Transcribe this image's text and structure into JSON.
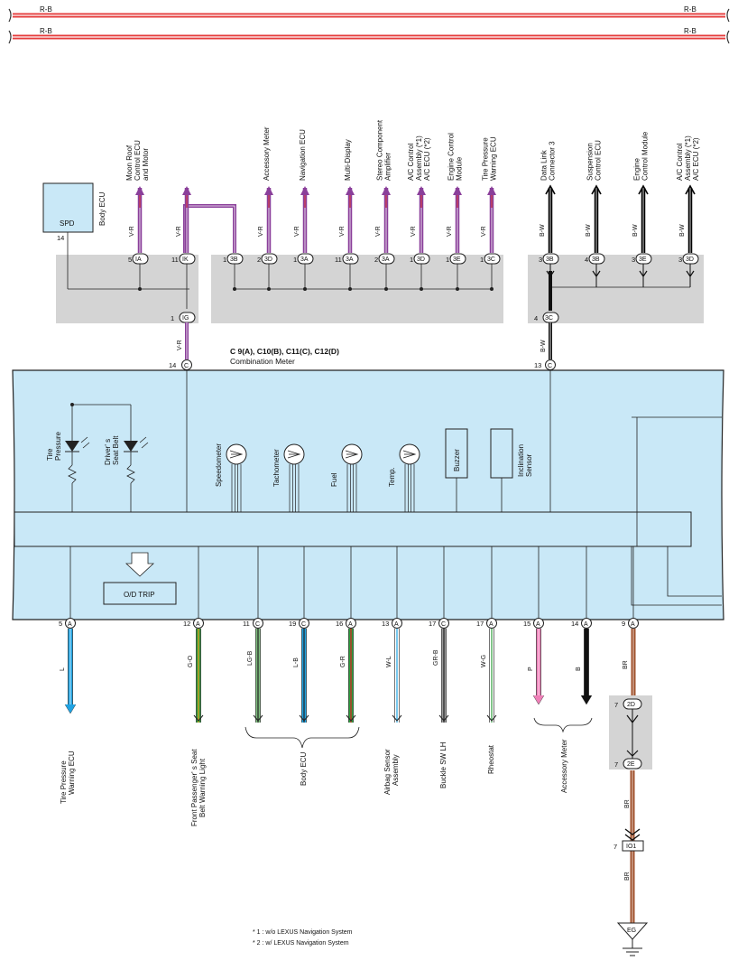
{
  "bus": {
    "top": {
      "left": "R-B",
      "right": "R-B"
    },
    "bottom": {
      "left": "R-B",
      "right": "R-B"
    }
  },
  "meter": {
    "title": "C 9(A), C10(B), C11(C), C12(D)",
    "name": "Combination Meter"
  },
  "top_connectors": [
    {
      "pin": "14",
      "code": "",
      "wire": "",
      "label": [
        "Body ECU"
      ],
      "box": "SPD",
      "color": "#000000"
    },
    {
      "pin": "5",
      "code": "IA",
      "wire": "V-R",
      "label": [
        "Moon Roof",
        "Control ECU",
        "and Motor"
      ],
      "color": "#8a3f9a"
    },
    {
      "pin": "11",
      "code": "IK",
      "wire": "V-R",
      "label": [],
      "color": "#8a3f9a"
    },
    {
      "pin": "1",
      "code": "3B",
      "wire": "",
      "label": [],
      "color": "#8a3f9a"
    },
    {
      "pin": "2",
      "code": "3D",
      "wire": "V-R",
      "label": [
        "Accessory Meter"
      ],
      "color": "#8a3f9a"
    },
    {
      "pin": "1",
      "code": "3A",
      "wire": "V-R",
      "label": [
        "Navigation ECU"
      ],
      "color": "#8a3f9a"
    },
    {
      "pin": "11",
      "code": "3A",
      "wire": "V-R",
      "label": [
        "Multi-Display"
      ],
      "color": "#8a3f9a"
    },
    {
      "pin": "2",
      "code": "3A",
      "wire": "V-R",
      "label": [
        "Stereo Component",
        "Amplifier"
      ],
      "color": "#8a3f9a"
    },
    {
      "pin": "1",
      "code": "3D",
      "wire": "V-R",
      "label": [
        "A/C Control",
        "Assembly (*1)",
        "A/C ECU (*2)"
      ],
      "color": "#8a3f9a"
    },
    {
      "pin": "1",
      "code": "3E",
      "wire": "V-R",
      "label": [
        "Engine Control",
        "Module"
      ],
      "color": "#8a3f9a"
    },
    {
      "pin": "1",
      "code": "3C",
      "wire": "V-R",
      "label": [
        "Tire Pressure",
        "Warning ECU"
      ],
      "color": "#8a3f9a"
    },
    {
      "pin": "3",
      "code": "3B",
      "wire": "B-W",
      "label": [
        "Data Link",
        "Connector 3"
      ],
      "color": "#000000"
    },
    {
      "pin": "4",
      "code": "3B",
      "wire": "B-W",
      "label": [
        "Suspension",
        "Control ECU"
      ],
      "color": "#000000"
    },
    {
      "pin": "3",
      "code": "3E",
      "wire": "B-W",
      "label": [
        "Engine",
        "Control Module"
      ],
      "color": "#000000"
    },
    {
      "pin": "3",
      "code": "3D",
      "wire": "B-W",
      "label": [
        "A/C Control",
        "Assembly (*1)",
        "A/C ECU (*2)"
      ],
      "color": "#000000"
    }
  ],
  "junctions": {
    "ig": {
      "pin": "1",
      "code": "IG",
      "wire": "V-R",
      "meter_pin": "14",
      "meter_code": "C"
    },
    "c3": {
      "pin": "4",
      "code": "3C",
      "wire": "B-W",
      "meter_pin": "13",
      "meter_code": "C"
    }
  },
  "gauges": [
    "Speedometer",
    "Tachometer",
    "Fuel",
    "Temp."
  ],
  "indicators": [
    {
      "label": [
        "Tire",
        "Pressure"
      ]
    },
    {
      "label": [
        "Driver' s",
        "Seat Belt"
      ]
    }
  ],
  "boxes": {
    "buzzer": "Buzzer",
    "inclination": [
      "Inclination",
      "Sensor"
    ],
    "odtrip": "O/D TRIP"
  },
  "bottom_pins": [
    {
      "pin": "5",
      "code": "A",
      "wire": "L",
      "color": "#1fa3e3",
      "stripe": ""
    },
    {
      "pin": "12",
      "code": "A",
      "wire": "G-O",
      "color": "#2e9e3c",
      "stripe": "#f39a1e"
    },
    {
      "pin": "11",
      "code": "C",
      "wire": "LG-B",
      "color": "#7fbf7f",
      "stripe": "#222222"
    },
    {
      "pin": "19",
      "code": "C",
      "wire": "L-B",
      "color": "#1fa3e3",
      "stripe": "#222222"
    },
    {
      "pin": "16",
      "code": "A",
      "wire": "G-R",
      "color": "#2e9e3c",
      "stripe": "#e02020"
    },
    {
      "pin": "13",
      "code": "A",
      "wire": "W-L",
      "color": "#ffffff",
      "stripe": "#1fa3e3"
    },
    {
      "pin": "17",
      "code": "C",
      "wire": "GR-B",
      "color": "#9a9a9a",
      "stripe": "#222222"
    },
    {
      "pin": "17",
      "code": "A",
      "wire": "W-G",
      "color": "#ffffff",
      "stripe": "#2e9e3c"
    },
    {
      "pin": "15",
      "code": "A",
      "wire": "P",
      "color": "#ef7fb8",
      "stripe": ""
    },
    {
      "pin": "14",
      "code": "A",
      "wire": "B",
      "color": "#111111",
      "stripe": ""
    },
    {
      "pin": "9",
      "code": "A",
      "wire": "BR",
      "color": "#a0522d",
      "stripe": ""
    }
  ],
  "destinations": {
    "tpw": [
      "Tire Pressure",
      "Warning ECU"
    ],
    "fpsb": [
      "Front Passenger' s Seat",
      "Belt Warning Light"
    ],
    "body_ecu": "Body ECU",
    "airbag": [
      "Airbag Sensor",
      "Assembly"
    ],
    "buckle": "Buckle SW LH",
    "rheostat": "Rheostat",
    "acc_meter": "Accessory Meter"
  },
  "ground_chain": [
    {
      "pin": "7",
      "code": "2D"
    },
    {
      "pin": "7",
      "code": "2E"
    },
    {
      "pin": "7",
      "code": "IO1"
    }
  ],
  "ground_wire": "BR",
  "ground": "EG",
  "notes": [
    "* 1 : w/o LEXUS Navigation System",
    "* 2 : w/ LEXUS Navigation System"
  ]
}
